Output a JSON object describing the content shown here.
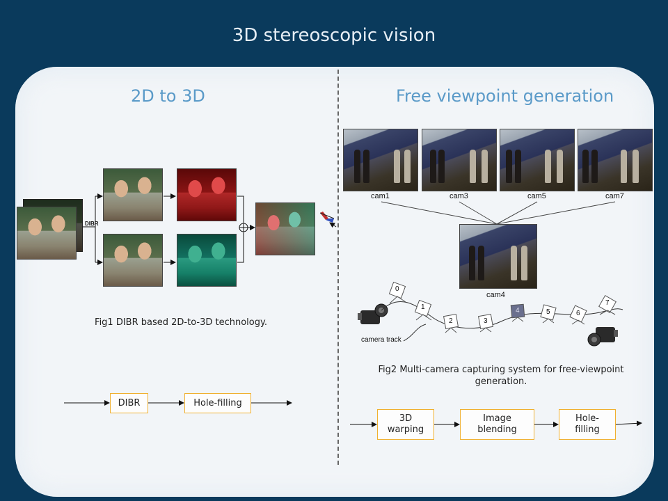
{
  "slide": {
    "title": "3D stereoscopic vision"
  },
  "left": {
    "title": "2D to 3D",
    "dibr_tag": "DIBR",
    "caption": "Fig1 DIBR based 2D-to-3D technology.",
    "pipeline": [
      "DIBR",
      "Hole-filling"
    ]
  },
  "right": {
    "title": "Free viewpoint generation",
    "cams_top": [
      "cam1",
      "cam3",
      "cam5",
      "cam7"
    ],
    "cam_center": "cam4",
    "track_label": "camera track",
    "track_numbers": [
      "0",
      "1",
      "2",
      "3",
      "4",
      "5",
      "6",
      "7"
    ],
    "caption_line1": "Fig2 Multi-camera capturing system for free-viewpoint",
    "caption_line2": "generation.",
    "pipeline": [
      {
        "l1": "3D",
        "l2": "warping"
      },
      {
        "l1": "Image",
        "l2": "blending"
      },
      {
        "l1": "Hole-",
        "l2": "filling"
      }
    ]
  },
  "colors": {
    "background": "#0a3a5c",
    "panel": "#f2f5f8",
    "title_blue": "#5a9ac8",
    "box_border": "#f0b030"
  }
}
